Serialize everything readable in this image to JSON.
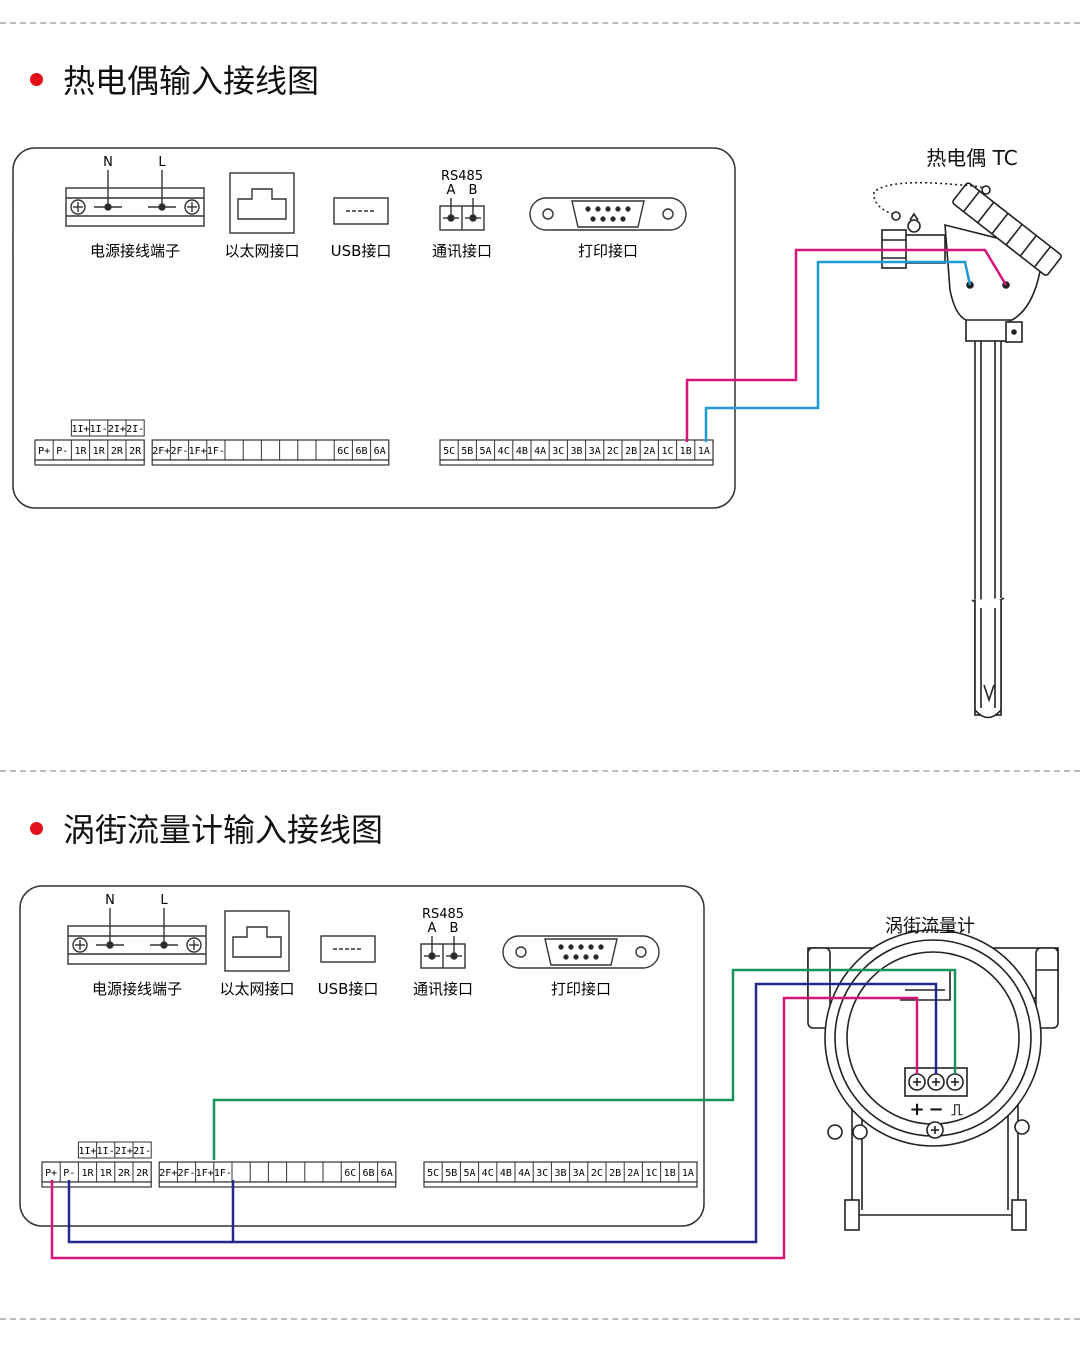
{
  "sections": [
    {
      "title": "热电偶输入接线图",
      "device_label": "热电偶 TC"
    },
    {
      "title": "涡街流量计输入接线图",
      "device_label": "涡街流量计"
    }
  ],
  "panel": {
    "power": {
      "label": "电源接线端子",
      "n": "N",
      "l": "L"
    },
    "ethernet": {
      "label": "以太网接口"
    },
    "usb": {
      "label": "USB接口"
    },
    "comm": {
      "label": "通讯接口",
      "title": "RS485",
      "a": "A",
      "b": "B"
    },
    "print": {
      "label": "打印接口"
    },
    "analog_header": [
      "1I+",
      "1I-",
      "2I+",
      "2I-"
    ],
    "group1": [
      "P+",
      "P-",
      "1R",
      "1R",
      "2R",
      "2R"
    ],
    "group2": [
      "2F+",
      "2F-",
      "1F+",
      "1F-",
      "",
      "",
      "",
      "",
      "",
      "",
      "6C",
      "6B",
      "6A"
    ],
    "group3": [
      "5C",
      "5B",
      "5A",
      "4C",
      "4B",
      "4A",
      "3C",
      "3B",
      "3A",
      "2C",
      "2B",
      "2A",
      "1C",
      "1B",
      "1A"
    ]
  },
  "flowmeter_terminals": [
    "+",
    "−",
    "⎍"
  ],
  "colors": {
    "accent_red": "#e3101a",
    "wire_magenta": "#d6157a",
    "wire_cyan": "#1f9ad6",
    "wire_green": "#16955a",
    "wire_navy": "#24288a",
    "panel_stroke": "#333333"
  },
  "icons": [
    "power-terminal-icon",
    "ethernet-port-icon",
    "usb-port-icon",
    "rs485-terminal-icon",
    "db9-port-icon",
    "thermocouple-icon",
    "vortex-flowmeter-icon"
  ]
}
